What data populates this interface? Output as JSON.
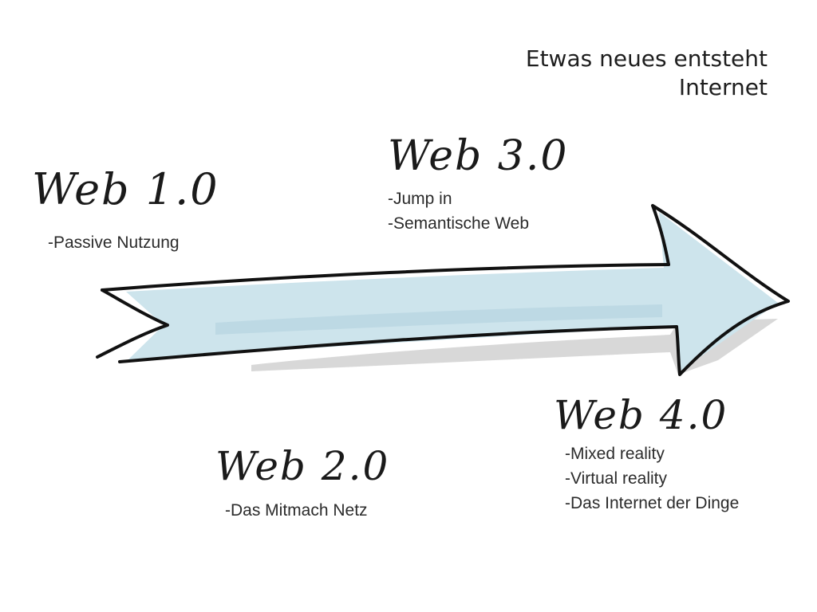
{
  "title": {
    "line1": "Etwas neues entsteht",
    "line2": "Internet"
  },
  "stages": {
    "web1": {
      "heading": "Web 1.0",
      "items": [
        "-Passive Nutzung"
      ]
    },
    "web2": {
      "heading": "Web 2.0",
      "items": [
        "-Das Mitmach Netz"
      ]
    },
    "web3": {
      "heading": "Web 3.0",
      "items": [
        "-Jump in",
        "-Semantische Web"
      ]
    },
    "web4": {
      "heading": "Web 4.0",
      "items": [
        "-Mixed reality",
        "-Virtual reality",
        "-Das Internet der Dinge"
      ]
    }
  },
  "colors": {
    "arrow_fill": "#cde4ec",
    "arrow_shadow": "#d4d4d4",
    "ink": "#111111"
  }
}
